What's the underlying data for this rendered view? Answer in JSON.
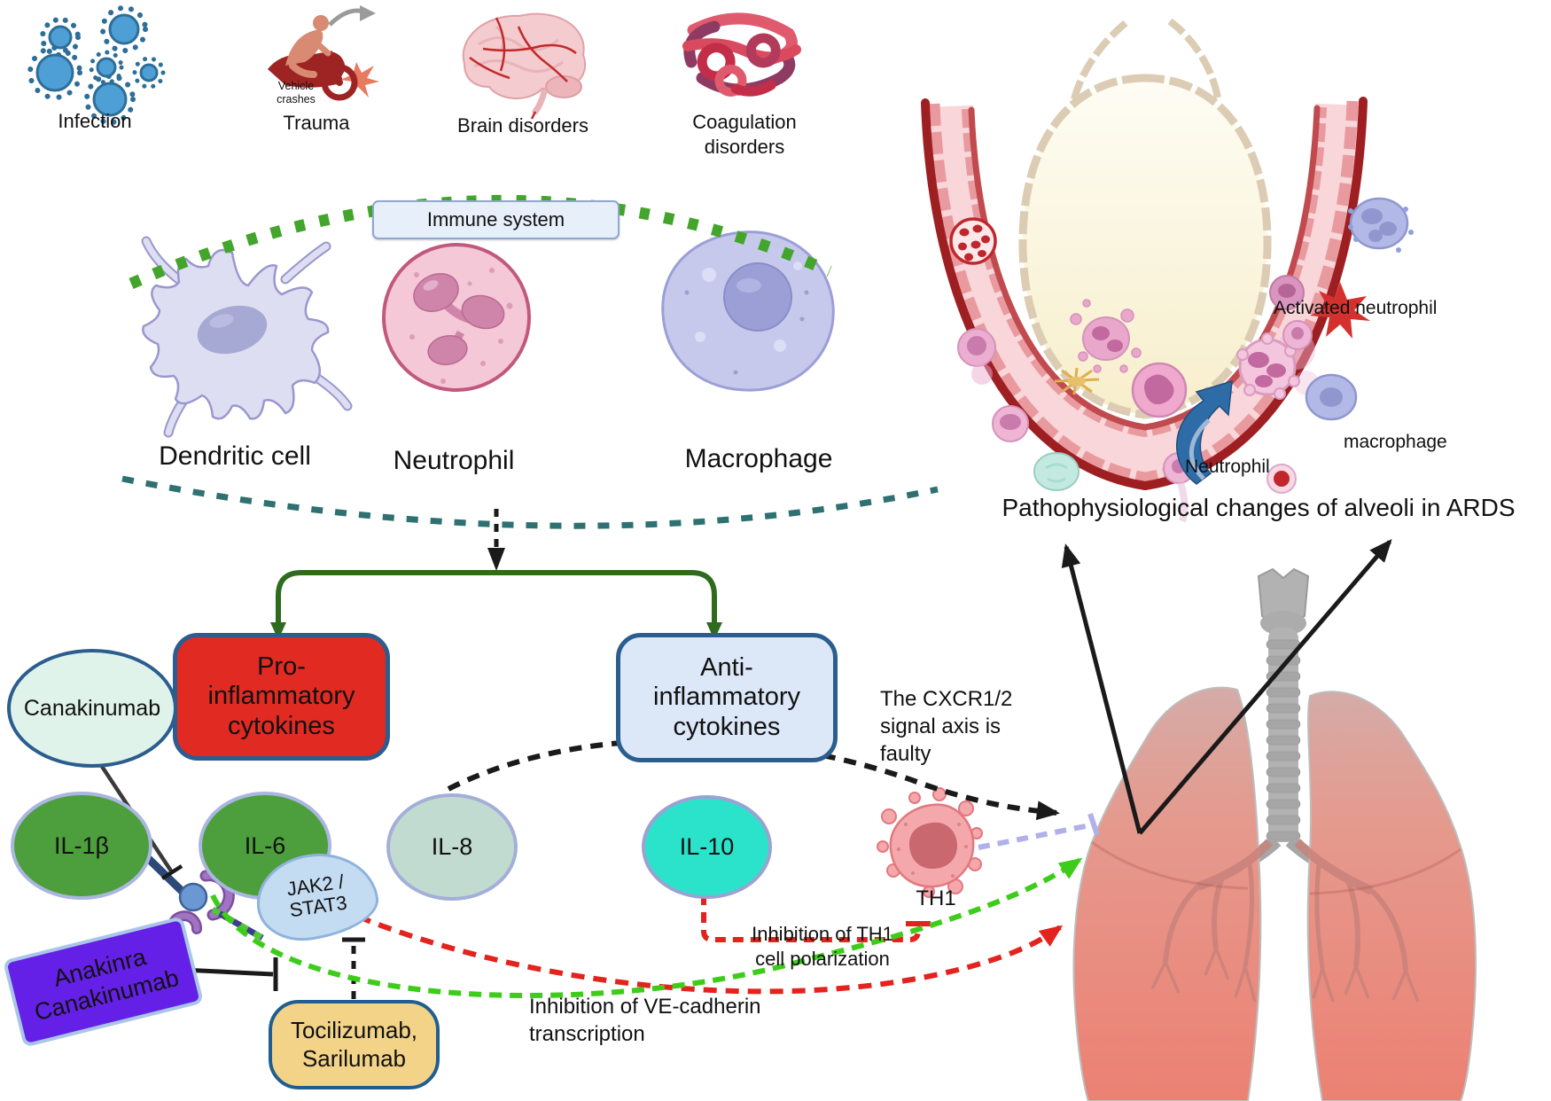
{
  "causes": {
    "infection": "Infection",
    "trauma": "Trauma",
    "trauma_sub": "Vehicle\ncrashes",
    "brain": "Brain disorders",
    "coagulation": "Coagulation\ndisorders"
  },
  "immune_system": {
    "label": "Immune system",
    "dendritic": "Dendritic cell",
    "neutrophil": "Neutrophil",
    "macrophage": "Macrophage"
  },
  "branches": {
    "pro": "Pro-\ninflammatory\ncytokines",
    "anti": "Anti-\ninflammatory\ncytokines"
  },
  "cytokines": {
    "il1b": "IL-1β",
    "il6": "IL-6",
    "il8": "IL-8",
    "il10": "IL-10"
  },
  "drugs": {
    "canakinumab": "Canakinumab",
    "anakinra": "Anakinra\nCanakinumab",
    "tocilizumab": "Tocilizumab,\nSarilumab"
  },
  "signaling": {
    "jak": "JAK2 /\nSTAT3",
    "th1": "TH1",
    "cxcr_note": "The CXCR1/2\nsignal axis is\nfaulty",
    "th1_note": "Inhibition of TH1\ncell polarization",
    "ve_note": "Inhibition of VE-cadherin\ntranscription"
  },
  "alveoli": {
    "activated_neutrophil": "Activated neutrophil",
    "macrophage": "macrophage",
    "neutrophil": "Neutrophil",
    "caption": "Pathophysiological changes of alveoli in ARDS"
  },
  "colors": {
    "pro_box": "#E02A22",
    "anti_box": "#DCE8F8",
    "box_border_blue": "#2B5D8E",
    "il_green": "#4D9E3C",
    "il8_fill": "#C2DBD0",
    "il10_fill": "#2BE3CB",
    "canakinumab_fill": "#DFF3EB",
    "anakinra_fill": "#6420E6",
    "tocilizumab_fill": "#F2D388",
    "jak_fill": "#C3DCF2",
    "arc_green": "#43A52C",
    "arc_teal": "#2F7070",
    "bracket_green": "#2E6B1C",
    "dash_red": "#E3231D",
    "dash_green": "#3ECC1B",
    "dash_lavender": "#B0B1E8",
    "vessel_red": "#9E1F22",
    "lung_pink": "#EC8476"
  }
}
